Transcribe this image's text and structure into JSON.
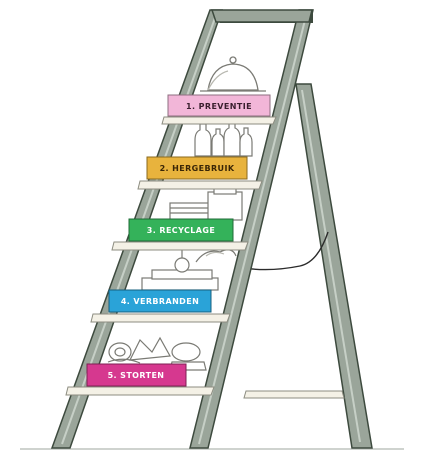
{
  "diagram": {
    "steps": [
      {
        "label": "1. PREVENTIE",
        "fill": "#f2b6d8",
        "text_color": "#3a1f2e",
        "object": "cloche-icon"
      },
      {
        "label": "2. HERGEBRUIK",
        "fill": "#e8b33d",
        "text_color": "#3a2606",
        "object": "bottles-icon"
      },
      {
        "label": "3. RECYCLAGE",
        "fill": "#34b25a",
        "text_color": "#ffffff",
        "object": "paper-stack-icon"
      },
      {
        "label": "4. VERBRANDEN",
        "fill": "#2aa3d8",
        "text_color": "#ffffff",
        "object": "incinerator-icon"
      },
      {
        "label": "5. STORTEN",
        "fill": "#d6388f",
        "text_color": "#ffffff",
        "object": "waste-pile-icon"
      }
    ],
    "colors": {
      "ladder_frame": "#9aa59a",
      "ladder_frame_dark": "#3d4a3e",
      "rung": "#f4f1e6",
      "rung_edge": "#8c8c80",
      "object_sketch": "#7a7a74",
      "ground": "#cfd3cf"
    }
  }
}
